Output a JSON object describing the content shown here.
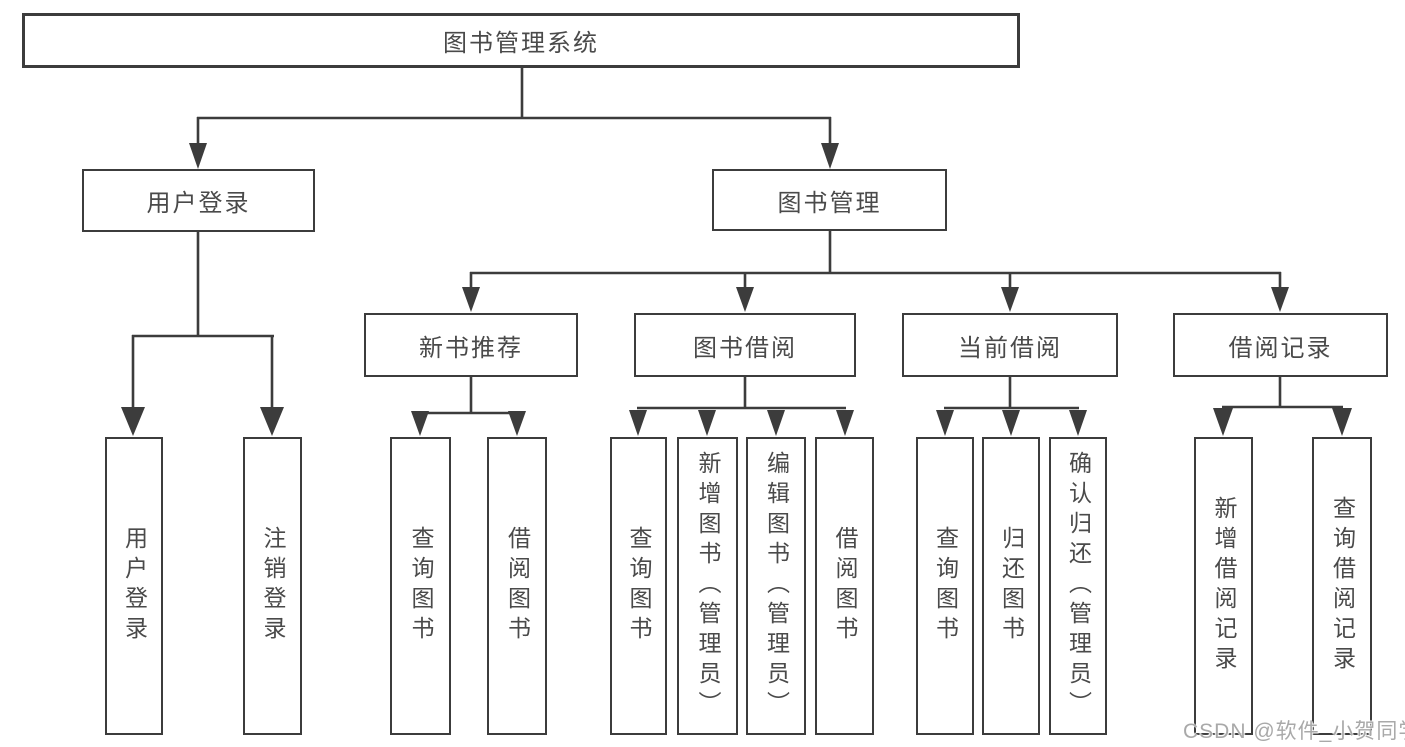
{
  "diagram": {
    "root": {
      "label": "图书管理系统"
    },
    "branches": [
      {
        "label": "用户登录",
        "children": [
          {
            "label": "用户登录"
          },
          {
            "label": "注销登录"
          }
        ]
      },
      {
        "label": "图书管理",
        "children": [
          {
            "label": "新书推荐",
            "children": [
              {
                "label": "查询图书"
              },
              {
                "label": "借阅图书"
              }
            ]
          },
          {
            "label": "图书借阅",
            "children": [
              {
                "label": "查询图书"
              },
              {
                "label": "新增图书（管理员）"
              },
              {
                "label": "编辑图书（管理员）"
              },
              {
                "label": "借阅图书"
              }
            ]
          },
          {
            "label": "当前借阅",
            "children": [
              {
                "label": "查询图书"
              },
              {
                "label": "归还图书"
              },
              {
                "label": "确认归还（管理员）"
              }
            ]
          },
          {
            "label": "借阅记录",
            "children": [
              {
                "label": "新增借阅记录"
              },
              {
                "label": "查询借阅记录"
              }
            ]
          }
        ]
      }
    ]
  },
  "watermark": {
    "text": "CSDN @软件_小贺同学"
  },
  "colors": {
    "line": "#3c3c3c",
    "text": "#4a4a4a",
    "background": "#ffffff",
    "watermark": "#a9a9a9"
  }
}
